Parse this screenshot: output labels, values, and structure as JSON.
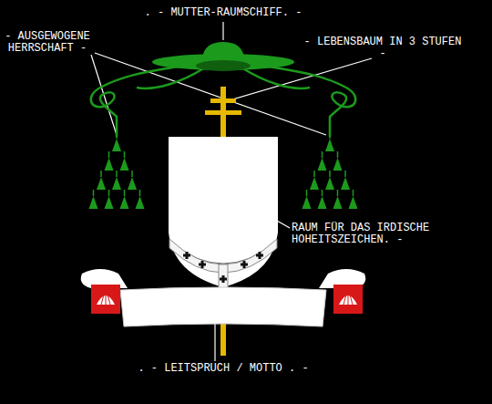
{
  "diagram": {
    "labels": [
      ". - MUTTER-RAUMSCHIFF. -",
      "- AUSGEWOGENE HERRSCHAFT -",
      "- LEBENSBAUM IN 3 STUFEN -",
      "RAUM FÜR DAS IRDISCHE HOHEITSZEICHEN. -",
      ". - LEITSPRUCH / MOTTO . -"
    ]
  }
}
